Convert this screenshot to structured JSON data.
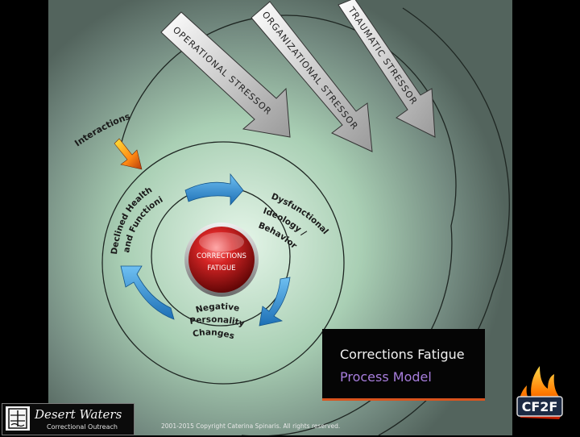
{
  "stressors": [
    {
      "label": "OPERATIONAL STRESSORS"
    },
    {
      "label": "ORGANIZATIONAL STRESSORS"
    },
    {
      "label": "TRAUMATIC STRESSORS"
    }
  ],
  "cycle": {
    "interactions": "Interactions",
    "declined_line1": "Declined Health",
    "declined_line2": "and Functioning",
    "dysfunctional_line1": "Dysfunctional",
    "dysfunctional_line2": "Ideology /",
    "dysfunctional_line3": "Behavior",
    "negative_line1": "Negative",
    "negative_line2": "Personality",
    "negative_line3": "Changes",
    "center_line1": "CORRECTIONS",
    "center_line2": "FATIGUE"
  },
  "title": {
    "line1": "Corrections Fatigue",
    "line2": "Process Model"
  },
  "copyright": "2001-2015 Copyright Caterina Spinaris. All rights reserved.",
  "logo_left": {
    "name": "Desert Waters",
    "subtitle": "Correctional Outreach"
  },
  "logo_right": {
    "text": "CF2F"
  },
  "colors": {
    "background_center": "#dff3e4",
    "background_edge": "#566a60",
    "cycle_arrow": "#3a93d8",
    "center_sphere": "#c11d1d",
    "title_accent": "#a77ddc"
  }
}
